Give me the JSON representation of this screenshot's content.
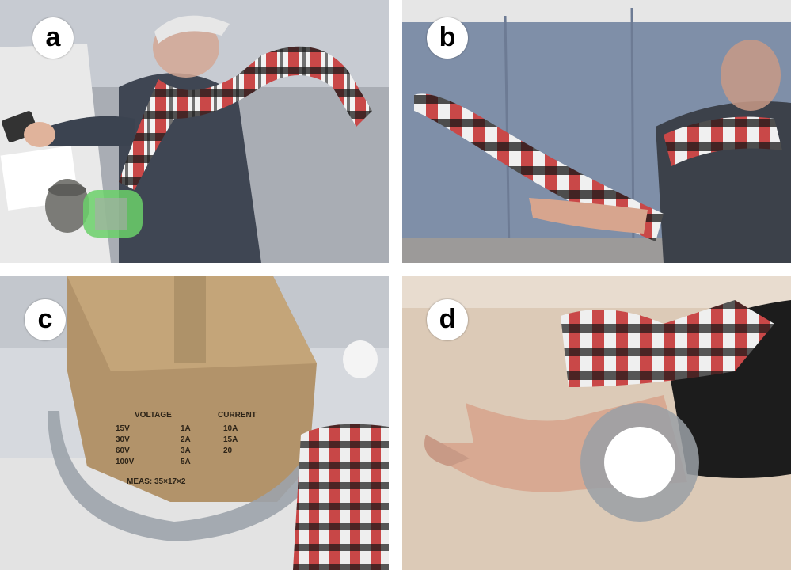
{
  "figure": {
    "panels": [
      {
        "label": "a"
      },
      {
        "label": "b"
      },
      {
        "label": "c"
      },
      {
        "label": "d"
      }
    ],
    "box_print": {
      "voltage_header": "VOLTAGE",
      "current_header": "CURRENT",
      "voltage_options": [
        "15V",
        "30V",
        "60V",
        "100V"
      ],
      "current_small": [
        "1A",
        "2A",
        "3A",
        "5A"
      ],
      "current_large": [
        "10A",
        "15A",
        "20"
      ],
      "meas": "MEAS: 35×17×2"
    }
  }
}
